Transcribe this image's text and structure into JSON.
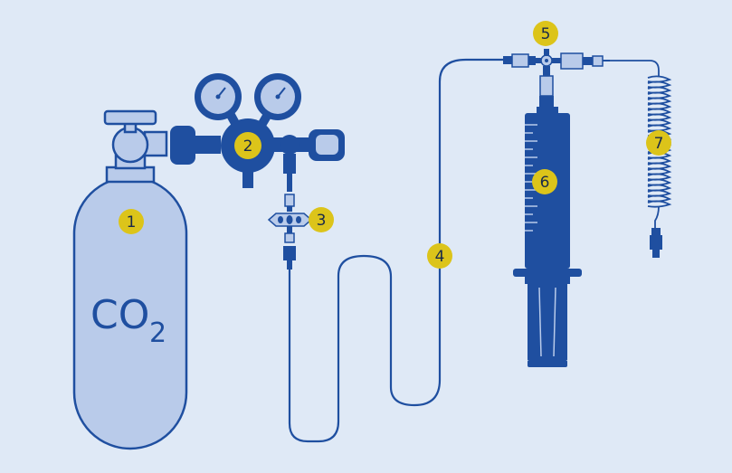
{
  "colors": {
    "background": "#dfe9f6",
    "cylinder_fill": "#b9cbea",
    "line": "#1f4fa0",
    "badge": "#dcc41a"
  },
  "cylinder": {
    "label_main": "CO",
    "label_sub": "2"
  },
  "callouts": [
    {
      "number": "1",
      "part": "co2-cylinder"
    },
    {
      "number": "2",
      "part": "pressure-regulator"
    },
    {
      "number": "3",
      "part": "valve"
    },
    {
      "number": "4",
      "part": "tubing"
    },
    {
      "number": "5",
      "part": "connector"
    },
    {
      "number": "6",
      "part": "syringe-reservoir"
    },
    {
      "number": "7",
      "part": "coiled-tubing"
    }
  ]
}
